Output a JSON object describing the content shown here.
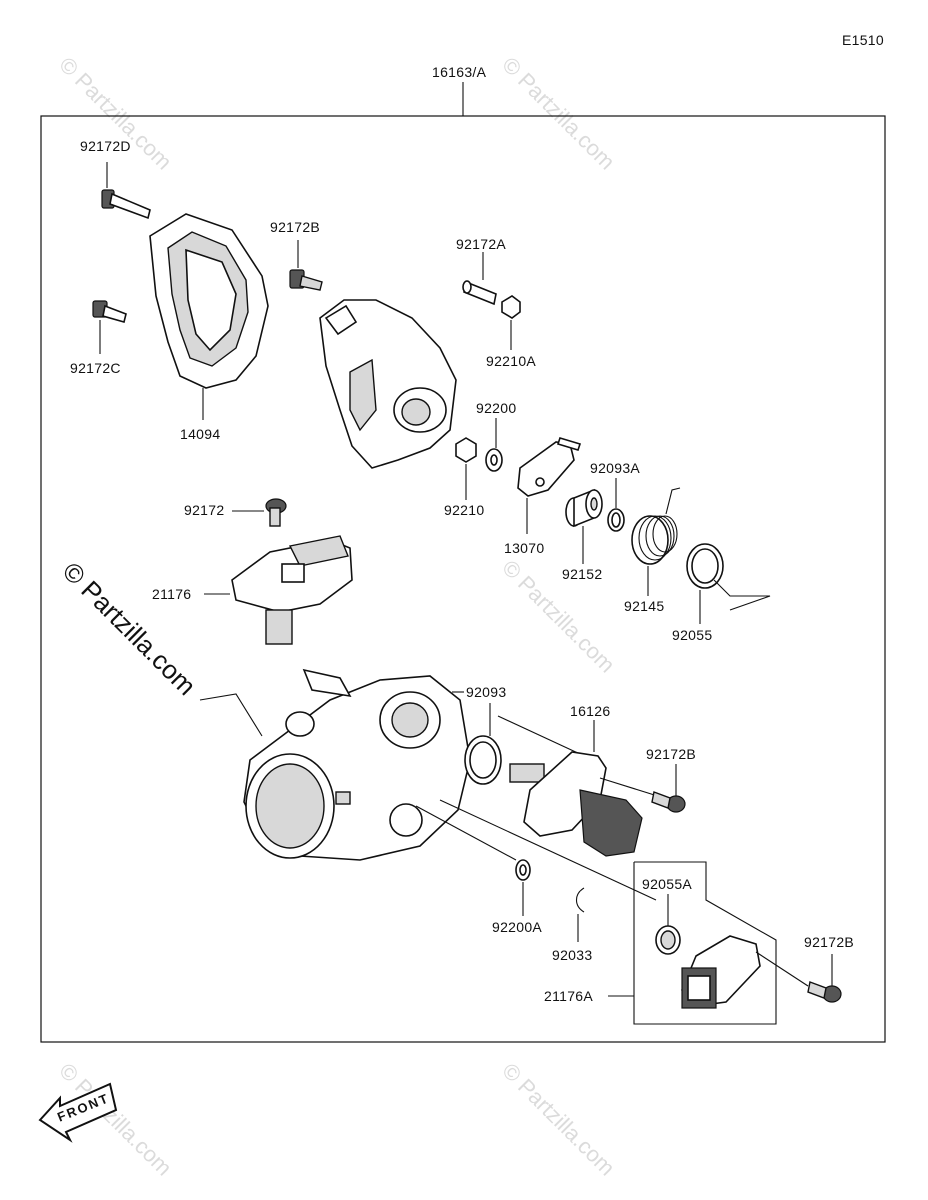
{
  "diagram_code": "E1510",
  "assembly_label": "16163/A",
  "watermark_text": "© Partzilla.com",
  "front_label": "FRONT",
  "parts": [
    {
      "id": "p92172D",
      "label": "92172D"
    },
    {
      "id": "p92172B_top",
      "label": "92172B"
    },
    {
      "id": "p92172A",
      "label": "92172A"
    },
    {
      "id": "p92172C",
      "label": "92172C"
    },
    {
      "id": "p92210A",
      "label": "92210A"
    },
    {
      "id": "p14094",
      "label": "14094"
    },
    {
      "id": "p92200",
      "label": "92200"
    },
    {
      "id": "p92093A",
      "label": "92093A"
    },
    {
      "id": "p92210",
      "label": "92210"
    },
    {
      "id": "p13070",
      "label": "13070"
    },
    {
      "id": "p92172",
      "label": "92172"
    },
    {
      "id": "p92152",
      "label": "92152"
    },
    {
      "id": "p21176",
      "label": "21176"
    },
    {
      "id": "p92145",
      "label": "92145"
    },
    {
      "id": "p92055",
      "label": "92055"
    },
    {
      "id": "p92093",
      "label": "92093"
    },
    {
      "id": "p16126",
      "label": "16126"
    },
    {
      "id": "p92172B_mid",
      "label": "92172B"
    },
    {
      "id": "p92055A",
      "label": "92055A"
    },
    {
      "id": "p92200A",
      "label": "92200A"
    },
    {
      "id": "p92033",
      "label": "92033"
    },
    {
      "id": "p92172B_low",
      "label": "92172B"
    },
    {
      "id": "p21176A",
      "label": "21176A"
    }
  ]
}
